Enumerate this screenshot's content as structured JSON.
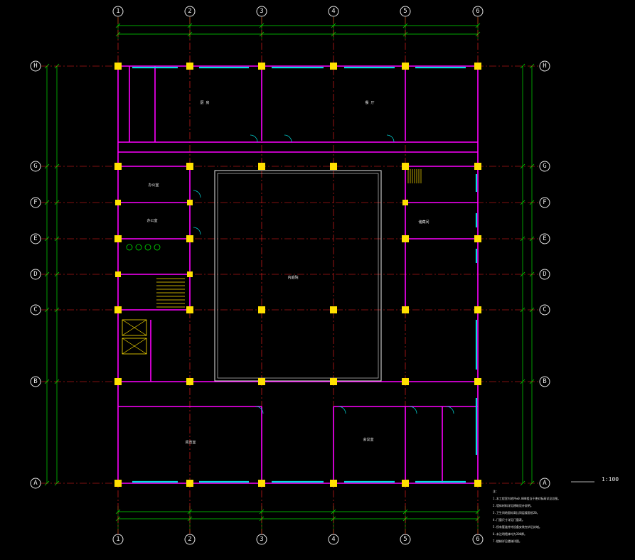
{
  "drawing": {
    "scale_label": "1:100",
    "bubble_color": "#e8e8e8",
    "grid_line_color": "#ff2020",
    "dim_line_color": "#00e000",
    "wall_color": "#ff00ff",
    "column_color": "#ffe000",
    "window_color": "#00e0e0",
    "background": "#000000"
  },
  "grid": {
    "vertical_axes": [
      "1",
      "2",
      "3",
      "4",
      "5",
      "6"
    ],
    "horizontal_axes": [
      "H",
      "G",
      "F",
      "E",
      "D",
      "C",
      "B",
      "A"
    ]
  },
  "rooms": [
    {
      "id": "kitchen",
      "label": "厨 房"
    },
    {
      "id": "dining",
      "label": "餐 厅"
    },
    {
      "id": "atrium",
      "label": "内庭院"
    },
    {
      "id": "office-a",
      "label": "办公室"
    },
    {
      "id": "office-b",
      "label": "办公室"
    },
    {
      "id": "storage",
      "label": "储藏间"
    },
    {
      "id": "reading",
      "label": "阅览室"
    },
    {
      "id": "meeting",
      "label": "会议室"
    }
  ],
  "notes": [
    "注：",
    "1.本工程室内地坪±0.000相当于绝对标高详见总图。",
    "2.墙体材料详见建筑设计说明。",
    "3.卫生间地面标高比同层楼面低20。",
    "4.门窗尺寸详见门窗表。",
    "5.所有管道井待设备安装完毕后封堵。",
    "6.未注明墙体均为200厚。",
    "7.楼梯详见楼梯详图。"
  ]
}
